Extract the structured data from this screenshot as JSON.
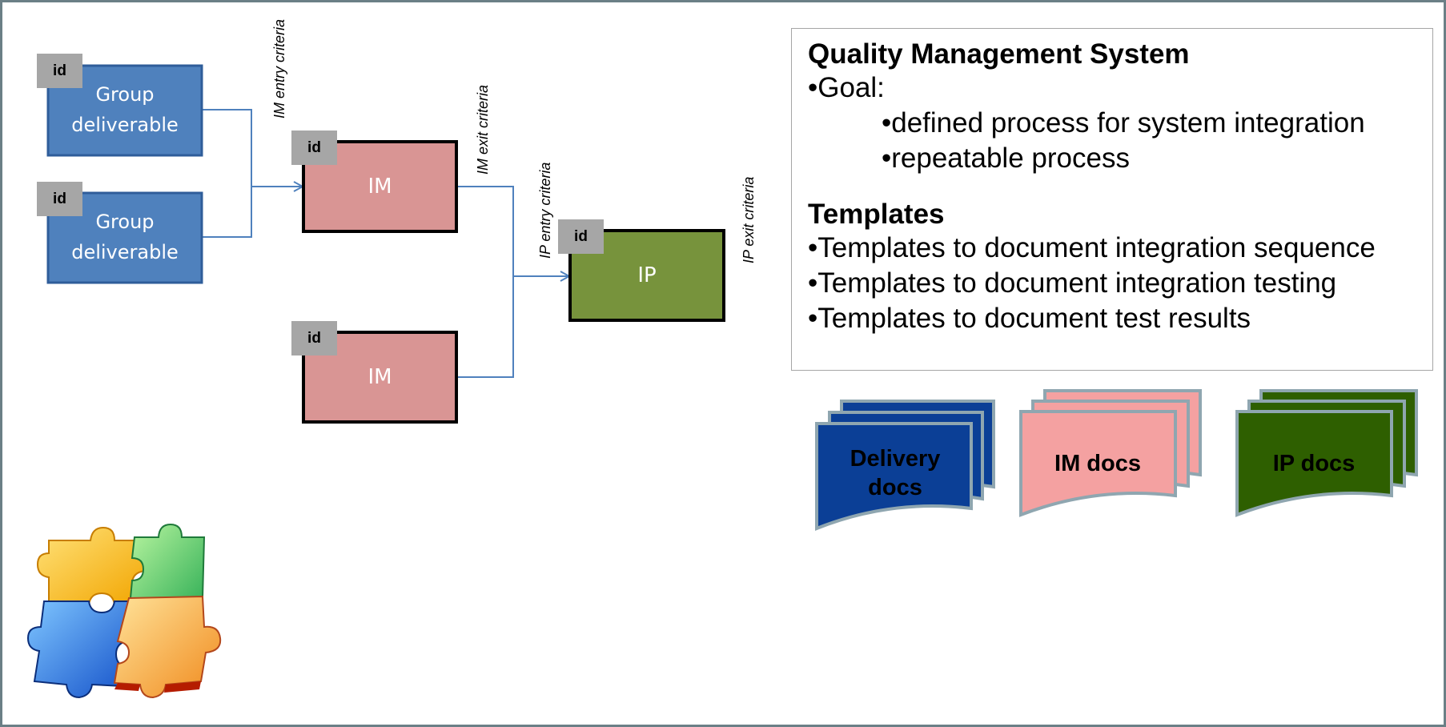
{
  "diagram": {
    "id_tag": "id",
    "group_deliverable_1": "Group deliverable",
    "group_deliverable_2": "Group deliverable",
    "im_1": "IM",
    "im_2": "IM",
    "ip": "IP",
    "labels": {
      "im_entry": "IM entry criteria",
      "im_exit": "IM exit criteria",
      "ip_entry": "IP entry criteria",
      "ip_exit": "IP exit criteria"
    },
    "colors": {
      "group": "#4f81bd",
      "im": "#d99594",
      "ip": "#77933c",
      "id_tag": "#a6a6a6",
      "connector": "#4f81bd"
    }
  },
  "qms": {
    "title": "Quality Management System",
    "goal": "•Goal:",
    "goal_items": [
      "•defined process for system integration",
      "•repeatable process"
    ],
    "templates_title": "Templates",
    "template_items": [
      "•Templates to document integration sequence",
      "•Templates to document integration testing",
      "•Templates to document test results"
    ]
  },
  "docs": {
    "delivery": "Delivery docs",
    "im": "IM docs",
    "ip": "IP docs",
    "colors": {
      "delivery": "#0b3f96",
      "im": "#f4a1a1",
      "ip": "#2e5f00"
    }
  },
  "clipart": {
    "icon": "puzzle-pieces-icon"
  }
}
